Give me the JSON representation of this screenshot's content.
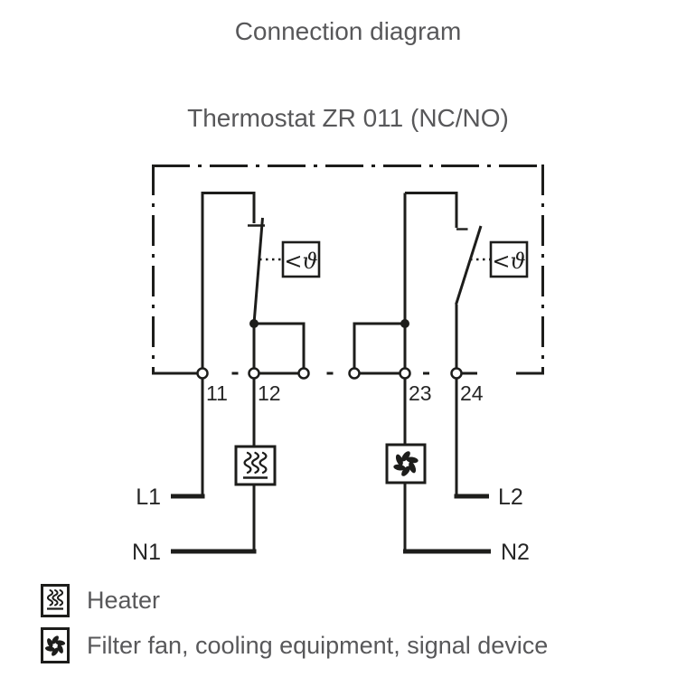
{
  "title": "Connection diagram",
  "subtitle": "Thermostat ZR 011 (NC/NO)",
  "diagram": {
    "sensor_label": "<ϑ",
    "terminal_labels": [
      "11",
      "12",
      "23",
      "24"
    ],
    "wire_labels": [
      "L1",
      "N1",
      "L2",
      "N2"
    ]
  },
  "legend": {
    "items": [
      {
        "icon": "heater-icon",
        "label": "Heater"
      },
      {
        "icon": "fan-icon",
        "label": "Filter fan, cooling equipment, signal device"
      }
    ]
  },
  "colors": {
    "line": "#1d1d1b",
    "heading_text": "#58585a",
    "label_text": "#262626",
    "background": "#ffffff"
  }
}
